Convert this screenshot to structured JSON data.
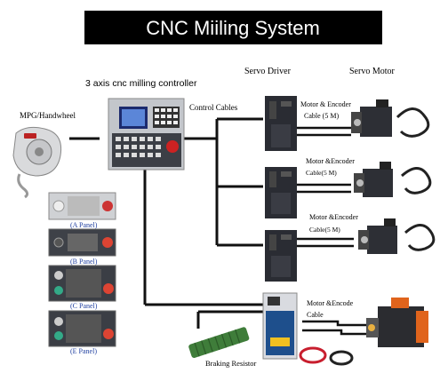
{
  "title": "CNC Miiling System",
  "labels": {
    "controller": "3 axis cnc milling controller",
    "mpg": "MPG/Handwheel",
    "control_cables": "Control Cables",
    "servo_driver": "Servo Driver",
    "servo_motor": "Servo Motor",
    "braking_resistor": "Braking Resistor"
  },
  "panels": [
    "(A Panel)",
    "(B Panel)",
    "(C Panel)",
    "(E Panel)"
  ],
  "axis_labels": [
    {
      "line1": "Motor & Encoder",
      "line2": "Cable (5 M)"
    },
    {
      "line1": "Motor &Encoder",
      "line2": "Cable(5 M)"
    },
    {
      "line1": "Motor &Encoder",
      "line2": "Cable(5 M)"
    },
    {
      "line1": "Motor &Encode",
      "line2": "Cable"
    }
  ],
  "colors": {
    "title_bg": "#000000",
    "title_fg": "#ffffff",
    "panel_label": "#1f3fa0",
    "line": "#111111",
    "driver_body": "#2a2c33",
    "spindle_accent": "#e0641c",
    "resistor_green": "#3f7d3a",
    "red_cable": "#c81e2e"
  }
}
